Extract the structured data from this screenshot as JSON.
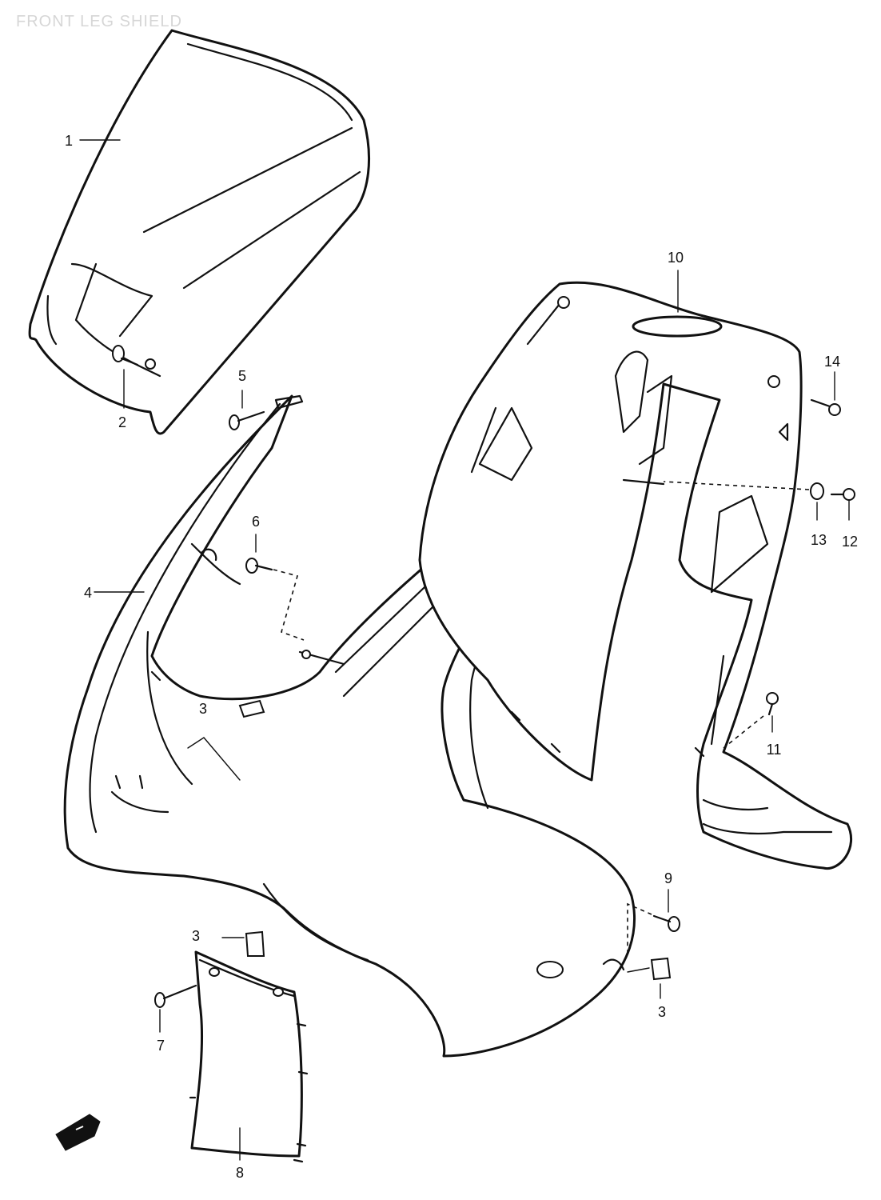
{
  "title": "FRONT LEG SHIELD",
  "callouts": [
    {
      "id": "c1",
      "label": "1"
    },
    {
      "id": "c2",
      "label": "2"
    },
    {
      "id": "c3a",
      "label": "3"
    },
    {
      "id": "c3b",
      "label": "3"
    },
    {
      "id": "c3c",
      "label": "3"
    },
    {
      "id": "c4",
      "label": "4"
    },
    {
      "id": "c5",
      "label": "5"
    },
    {
      "id": "c6",
      "label": "6"
    },
    {
      "id": "c7",
      "label": "7"
    },
    {
      "id": "c8",
      "label": "8"
    },
    {
      "id": "c9",
      "label": "9"
    },
    {
      "id": "c10",
      "label": "10"
    },
    {
      "id": "c11",
      "label": "11"
    },
    {
      "id": "c12",
      "label": "12"
    },
    {
      "id": "c13",
      "label": "13"
    },
    {
      "id": "c14",
      "label": "14"
    }
  ],
  "icons": {
    "orientation": "front-arrow-icon"
  },
  "colors": {
    "line": "#111111",
    "background": "#ffffff",
    "title": "#d6d6d6"
  }
}
